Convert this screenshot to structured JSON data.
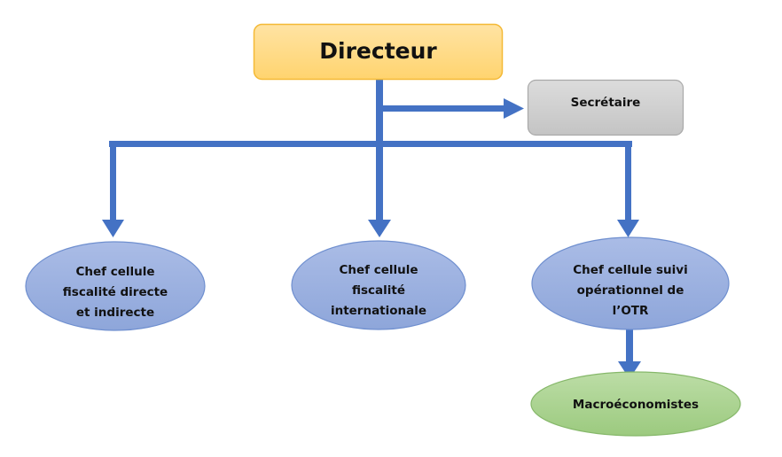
{
  "diagram": {
    "type": "org-chart",
    "colors": {
      "connector": "#4472C4",
      "director_fill": "#FFD67E",
      "director_border": "#F4B936",
      "secretary_fill": "#D0D0D0",
      "secretary_border": "#A5A5A5",
      "cell_fill": "#99AEDD",
      "cell_border": "#6F8FCF",
      "macro_fill": "#A9D18E",
      "macro_border": "#86B86A"
    },
    "nodes": {
      "director": {
        "label": "Directeur"
      },
      "secretary": {
        "label": "Secrétaire"
      },
      "cell_direct": {
        "lines": [
          "Chef cellule",
          "fiscalité directe",
          "et indirecte"
        ]
      },
      "cell_international": {
        "lines": [
          "Chef cellule",
          "fiscalité",
          "internationale"
        ]
      },
      "cell_otr": {
        "lines": [
          "Chef cellule suivi",
          "opérationnel de",
          "l’OTR"
        ]
      },
      "macro": {
        "label": "Macroéconomistes"
      }
    },
    "edges": [
      {
        "from": "director",
        "to": "secretary"
      },
      {
        "from": "director",
        "to": "cell_direct"
      },
      {
        "from": "director",
        "to": "cell_international"
      },
      {
        "from": "director",
        "to": "cell_otr"
      },
      {
        "from": "cell_otr",
        "to": "macro"
      }
    ]
  }
}
